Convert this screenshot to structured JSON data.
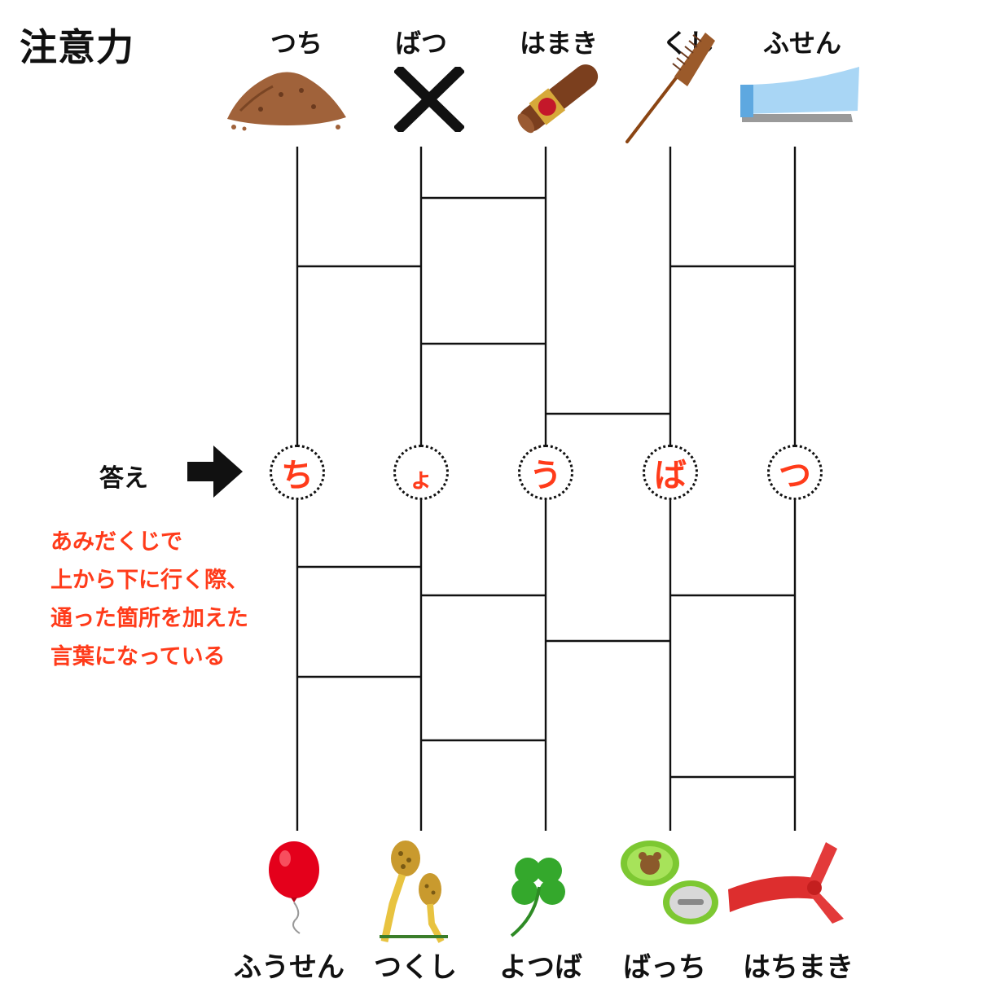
{
  "title": "注意力",
  "top_labels": [
    "つち",
    "ばつ",
    "はまき",
    "くし",
    "ふせん"
  ],
  "top_icons": [
    "soil-pile-icon",
    "cross-mark-icon",
    "cigar-icon",
    "comb-icon",
    "sticky-note-icon"
  ],
  "bottom_labels": [
    "ふうせん",
    "つくし",
    "よつば",
    "ばっち",
    "はちまき"
  ],
  "bottom_icons": [
    "balloon-icon",
    "horsetail-icon",
    "four-leaf-clover-icon",
    "button-badge-icon",
    "headband-icon"
  ],
  "answer_label": "答え",
  "answer_chars": [
    "ち",
    "ょ",
    "う",
    "ば",
    "つ"
  ],
  "note_lines": [
    "あみだくじで",
    "上から下に行く際、",
    "通った箇所を加えた",
    "言葉になっている"
  ],
  "colors": {
    "accent": "#ff3b1a",
    "line": "#111111"
  }
}
